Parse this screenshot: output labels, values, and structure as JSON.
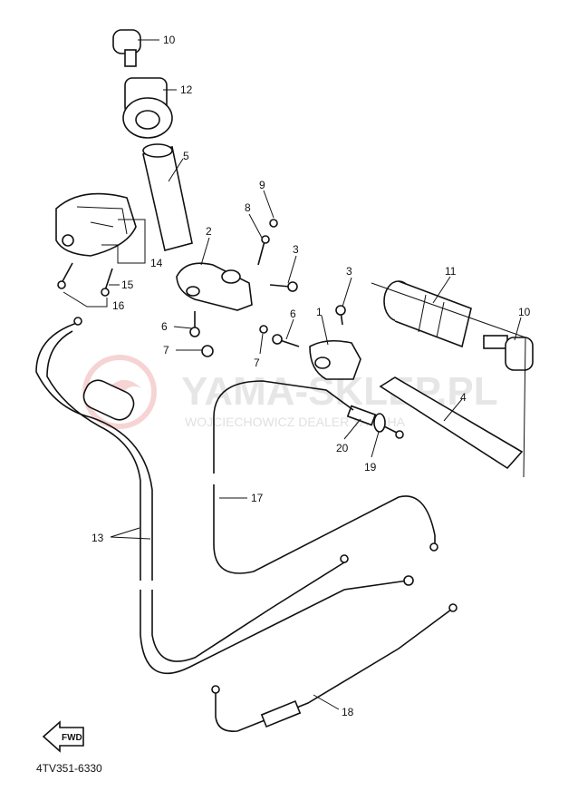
{
  "diagram": {
    "code": "4TV351-6330",
    "fwd": "FWD",
    "watermark": {
      "main": "YAMA-SKLEP.PL",
      "sub": "WOJCIECHOWICZ DEALER YAMAHA"
    },
    "labels": [
      "10",
      "12",
      "5",
      "9",
      "8",
      "2",
      "3",
      "14",
      "15",
      "16",
      "6",
      "7",
      "3",
      "1",
      "6",
      "7",
      "11",
      "10",
      "4",
      "20",
      "19",
      "17",
      "13",
      "18"
    ]
  }
}
